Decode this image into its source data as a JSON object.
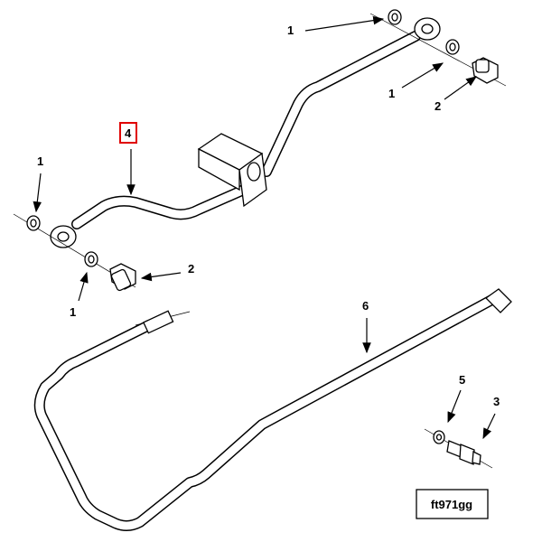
{
  "diagram": {
    "figure_id": "ft971gg",
    "callouts": [
      {
        "number": "1",
        "part": "washer"
      },
      {
        "number": "1",
        "part": "washer"
      },
      {
        "number": "2",
        "part": "banjo-bolt"
      },
      {
        "number": "4",
        "part": "upper-tube",
        "highlighted": true
      },
      {
        "number": "1",
        "part": "washer"
      },
      {
        "number": "2",
        "part": "banjo-bolt"
      },
      {
        "number": "1",
        "part": "washer"
      },
      {
        "number": "6",
        "part": "lower-tube"
      },
      {
        "number": "5",
        "part": "washer"
      },
      {
        "number": "3",
        "part": "fitting"
      }
    ],
    "highlight_color": "#e00000"
  }
}
